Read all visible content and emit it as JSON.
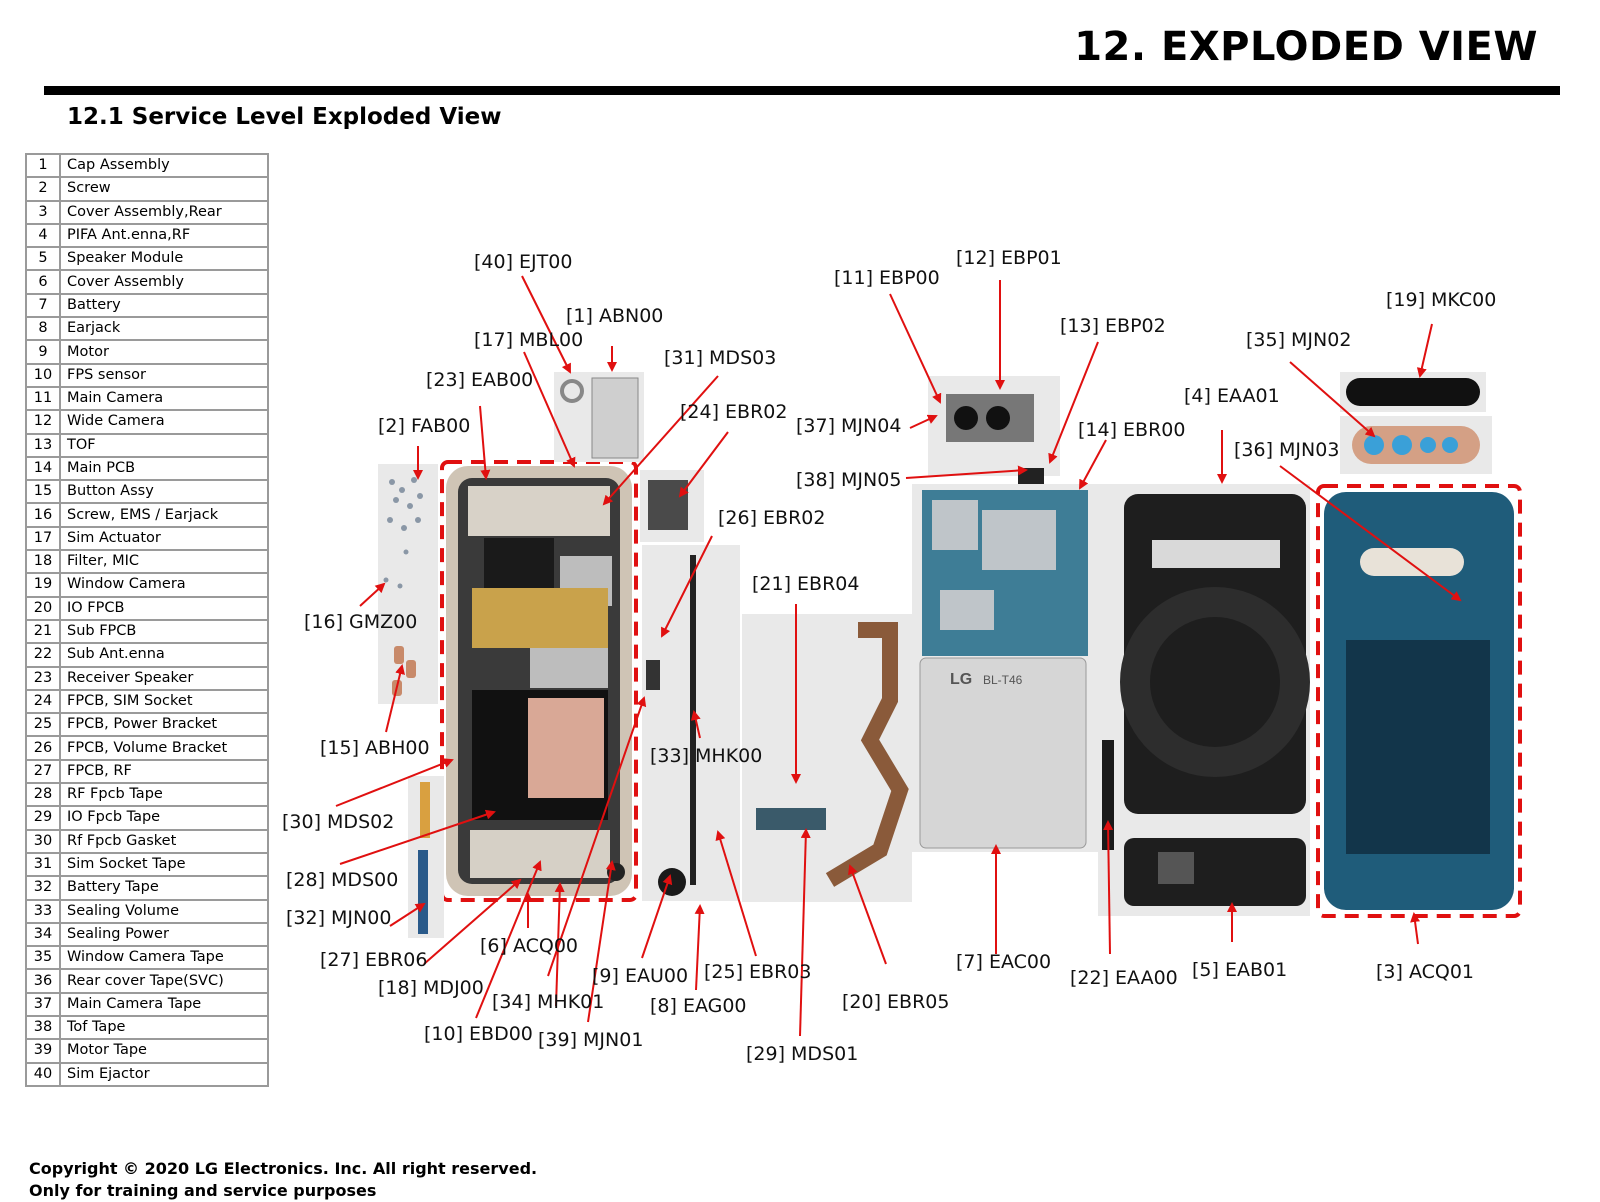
{
  "header": {
    "title": "12. EXPLODED VIEW",
    "section": "12.1 Service Level Exploded View"
  },
  "parts": [
    {
      "no": "1",
      "name": "Cap Assembly"
    },
    {
      "no": "2",
      "name": "Screw"
    },
    {
      "no": "3",
      "name": "Cover Assembly,Rear"
    },
    {
      "no": "4",
      "name": "PIFA Ant.enna,RF"
    },
    {
      "no": "5",
      "name": "Speaker Module"
    },
    {
      "no": "6",
      "name": "Cover Assembly"
    },
    {
      "no": "7",
      "name": "Battery"
    },
    {
      "no": "8",
      "name": "Earjack"
    },
    {
      "no": "9",
      "name": "Motor"
    },
    {
      "no": "10",
      "name": "FPS sensor"
    },
    {
      "no": "11",
      "name": "Main Camera"
    },
    {
      "no": "12",
      "name": "Wide Camera"
    },
    {
      "no": "13",
      "name": "TOF"
    },
    {
      "no": "14",
      "name": "Main PCB"
    },
    {
      "no": "15",
      "name": "Button Assy"
    },
    {
      "no": "16",
      "name": "Screw, EMS / Earjack"
    },
    {
      "no": "17",
      "name": "Sim Actuator"
    },
    {
      "no": "18",
      "name": "Filter, MIC"
    },
    {
      "no": "19",
      "name": "Window Camera"
    },
    {
      "no": "20",
      "name": "IO FPCB"
    },
    {
      "no": "21",
      "name": "Sub FPCB"
    },
    {
      "no": "22",
      "name": "Sub Ant.enna"
    },
    {
      "no": "23",
      "name": "Receiver Speaker"
    },
    {
      "no": "24",
      "name": "FPCB, SIM Socket"
    },
    {
      "no": "25",
      "name": "FPCB, Power Bracket"
    },
    {
      "no": "26",
      "name": "FPCB, Volume Bracket"
    },
    {
      "no": "27",
      "name": "FPCB, RF"
    },
    {
      "no": "28",
      "name": "RF Fpcb Tape"
    },
    {
      "no": "29",
      "name": "IO Fpcb Tape"
    },
    {
      "no": "30",
      "name": "Rf Fpcb Gasket"
    },
    {
      "no": "31",
      "name": "Sim Socket Tape"
    },
    {
      "no": "32",
      "name": "Battery Tape"
    },
    {
      "no": "33",
      "name": "Sealing Volume"
    },
    {
      "no": "34",
      "name": "Sealing Power"
    },
    {
      "no": "35",
      "name": "Window Camera Tape"
    },
    {
      "no": "36",
      "name": "Rear cover Tape(SVC)"
    },
    {
      "no": "37",
      "name": "Main Camera Tape"
    },
    {
      "no": "38",
      "name": "Tof Tape"
    },
    {
      "no": "39",
      "name": "Motor Tape"
    },
    {
      "no": "40",
      "name": "Sim Ejactor"
    }
  ],
  "callouts": [
    {
      "label": "[40] EJT00"
    },
    {
      "label": "[1] ABN00"
    },
    {
      "label": "[17] MBL00"
    },
    {
      "label": "[31] MDS03"
    },
    {
      "label": "[23] EAB00"
    },
    {
      "label": "[24] EBR02"
    },
    {
      "label": "[2] FAB00"
    },
    {
      "label": "[26] EBR02"
    },
    {
      "label": "[21] EBR04"
    },
    {
      "label": "[16] GMZ00"
    },
    {
      "label": "[15] ABH00"
    },
    {
      "label": "[33] MHK00"
    },
    {
      "label": "[30] MDS02"
    },
    {
      "label": "[28] MDS00"
    },
    {
      "label": "[32] MJN00"
    },
    {
      "label": "[27] EBR06"
    },
    {
      "label": "[6] ACQ00"
    },
    {
      "label": "[18] MDJ00"
    },
    {
      "label": "[9] EAU00"
    },
    {
      "label": "[25] EBR03"
    },
    {
      "label": "[34] MHK01"
    },
    {
      "label": "[8] EAG00"
    },
    {
      "label": "[10] EBD00"
    },
    {
      "label": "[39] MJN01"
    },
    {
      "label": "[20] EBR05"
    },
    {
      "label": "[29] MDS01"
    },
    {
      "label": "[11] EBP00"
    },
    {
      "label": "[12] EBP01"
    },
    {
      "label": "[13] EBP02"
    },
    {
      "label": "[37] MJN04"
    },
    {
      "label": "[14] EBR00"
    },
    {
      "label": "[38] MJN05"
    },
    {
      "label": "[7] EAC00"
    },
    {
      "label": "[22] EAA00"
    },
    {
      "label": "[4] EAA01"
    },
    {
      "label": "[5] EAB01"
    },
    {
      "label": "[19] MKC00"
    },
    {
      "label": "[35] MJN02"
    },
    {
      "label": "[36] MJN03"
    },
    {
      "label": "[3] ACQ01"
    }
  ],
  "battery": {
    "brand": "LG",
    "model": "BL-T46"
  },
  "footer": {
    "line1": "Copyright © 2020 LG Electronics. Inc.  All right reserved.",
    "line2": "Only for training and service purposes"
  },
  "colors": {
    "accent": "#e01010",
    "table_border": "#9a9a9a"
  }
}
